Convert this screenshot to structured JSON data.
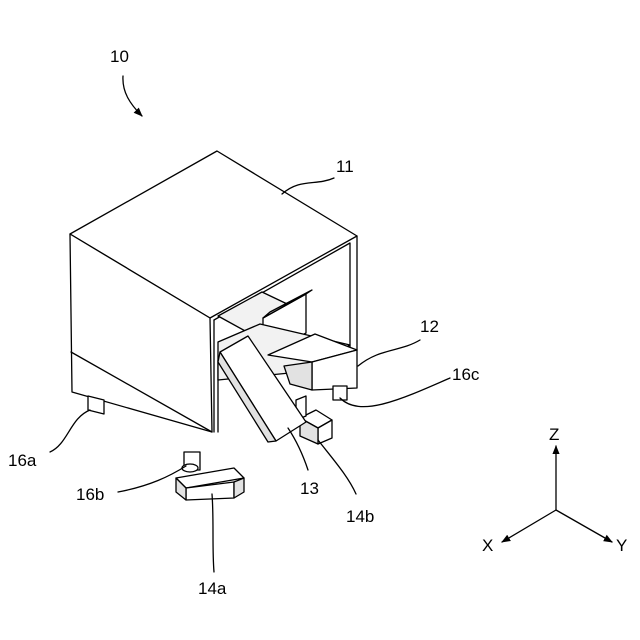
{
  "labels": {
    "device": "10",
    "housing": "11",
    "terminal_plate": "12",
    "moving_plate": "13",
    "contact_a": "14a",
    "contact_b": "14b",
    "leg_a": "16a",
    "leg_b": "16b",
    "leg_c": "16c"
  },
  "axes": {
    "z": "Z",
    "x": "X",
    "y": "Y"
  }
}
